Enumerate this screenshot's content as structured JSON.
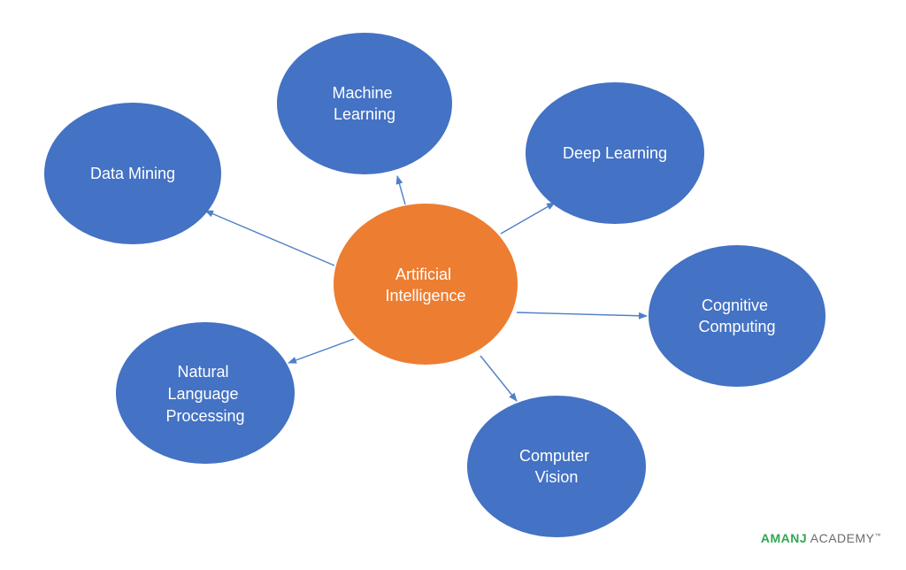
{
  "colors": {
    "center_fill": "#ed7d31",
    "node_fill": "#4472c4",
    "edge_stroke": "#4f7fc8",
    "label_text": "#ffffff",
    "brand_green": "#2fa84f"
  },
  "center": {
    "lines": [
      "Artificial",
      "Intelligence"
    ]
  },
  "nodes": [
    {
      "id": "data-mining",
      "lines": [
        "Data Mining"
      ]
    },
    {
      "id": "machine-learning",
      "lines": [
        "Machine",
        "Learning"
      ]
    },
    {
      "id": "deep-learning",
      "lines": [
        "Deep Learning"
      ]
    },
    {
      "id": "cognitive-computing",
      "lines": [
        "Cognitive",
        "Computing"
      ]
    },
    {
      "id": "computer-vision",
      "lines": [
        "Computer",
        "Vision"
      ]
    },
    {
      "id": "natural-language-processing",
      "lines": [
        "Natural",
        "Language",
        "Processing"
      ]
    }
  ],
  "watermark": {
    "brand_strong": "AMANJ",
    "brand_light": " ACADEMY",
    "trademark": "™"
  }
}
